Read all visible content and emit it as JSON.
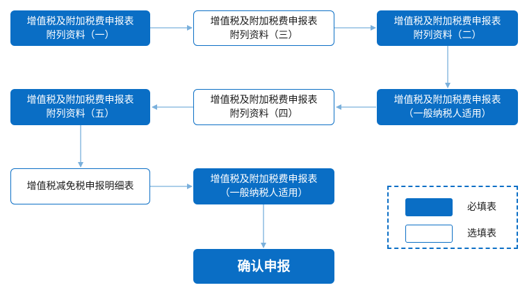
{
  "nodes": {
    "a1": {
      "line1": "增值税及附加税费申报表",
      "line2": "附列资料（一）"
    },
    "a3": {
      "line1": "增值税及附加税费申报表",
      "line2": "附列资料（三）"
    },
    "a2": {
      "line1": "增值税及附加税费申报表",
      "line2": "附列资料（二）"
    },
    "a5": {
      "line1": "增值税及附加税费申报表",
      "line2": "附列资料（五）"
    },
    "a4": {
      "line1": "增值税及附加税费申报表",
      "line2": "附列资料（四）"
    },
    "main_general_right": {
      "line1": "增值税及附加税费申报表",
      "line2": "（一般纳税人适用）"
    },
    "relief": {
      "line1": "增值税减免税申报明细表"
    },
    "main_general_center": {
      "line1": "增值税及附加税费申报表",
      "line2": "（一般纳税人适用）"
    },
    "confirm": {
      "line1": "确认申报"
    }
  },
  "legend": {
    "required": "必填表",
    "optional": "选填表"
  },
  "colors": {
    "primary": "#0a6ec5",
    "arrow": "#7ab0dc"
  }
}
